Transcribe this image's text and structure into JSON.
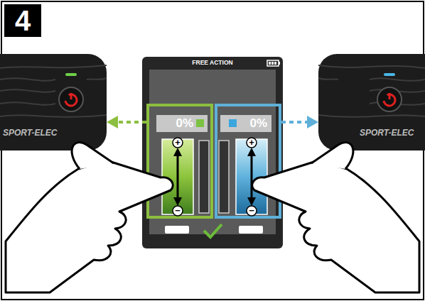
{
  "diagram": {
    "nodes": [
      {
        "text": [
          "4"
        ]
      },
      {
        "text": [
          "SPORT-ELEC"
        ]
      },
      {
        "text": [
          "FREE ACTION"
        ]
      },
      {
        "text": [
          "0%"
        ],
        "in": 2
      },
      {
        "text": [
          "0%"
        ],
        "in": 2
      },
      {
        "text": [
          "SPORT-ELEC"
        ]
      }
    ],
    "edges": [
      {
        "from": 3,
        "to": 1,
        "arrow": "to"
      },
      {
        "from": 4,
        "to": 5,
        "arrow": "to"
      }
    ],
    "labels": [
      "+",
      "−",
      "+",
      "−"
    ]
  }
}
